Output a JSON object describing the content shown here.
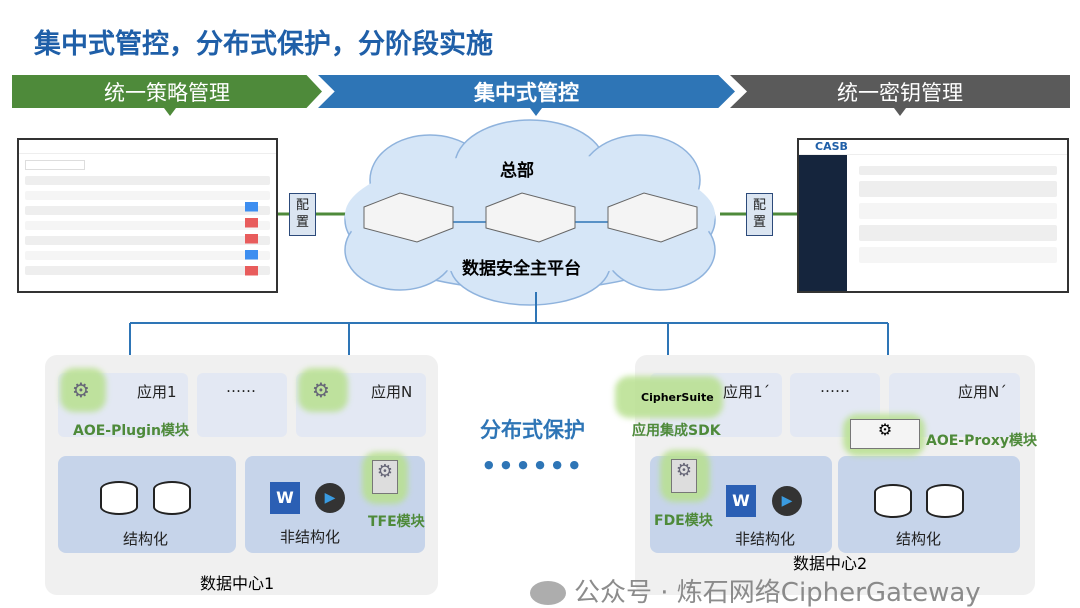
{
  "title": "集中式管控，分布式保护，分阶段实施",
  "banner": {
    "left": "统一策略管理",
    "center": "集中式管控",
    "right": "统一密钥管理"
  },
  "colors": {
    "title": "#1f5fa8",
    "green": "#4e8a3a",
    "blue": "#2e75b6",
    "gray": "#5a5a5a"
  },
  "left_screenshot": {
    "kind": "policy-management-console"
  },
  "right_screenshot": {
    "logo": "CASB"
  },
  "config_label": "配置",
  "cloud": {
    "top": "总部",
    "bottom": "数据安全主平台"
  },
  "center": {
    "label": "分布式保护",
    "dots": "● ● ● ● ● ●"
  },
  "dc1": {
    "name": "数据中心1",
    "app1": "应用1",
    "dots": "……",
    "appN": "应用N",
    "plugin": "AOE-Plugin模块",
    "structured": "结构化",
    "unstructured": "非结构化",
    "tfe": "TFE模块"
  },
  "dc2": {
    "name": "数据中心2",
    "app1": "应用1´",
    "dots": "……",
    "appN": "应用N´",
    "ciphersuite": "CipherSuite",
    "sdk": "应用集成SDK",
    "proxy": "AOE-Proxy模块",
    "fde": "FDE模块",
    "unstructured": "非结构化",
    "structured": "结构化"
  },
  "watermark": "公众号 · 炼石网络CipherGateway"
}
